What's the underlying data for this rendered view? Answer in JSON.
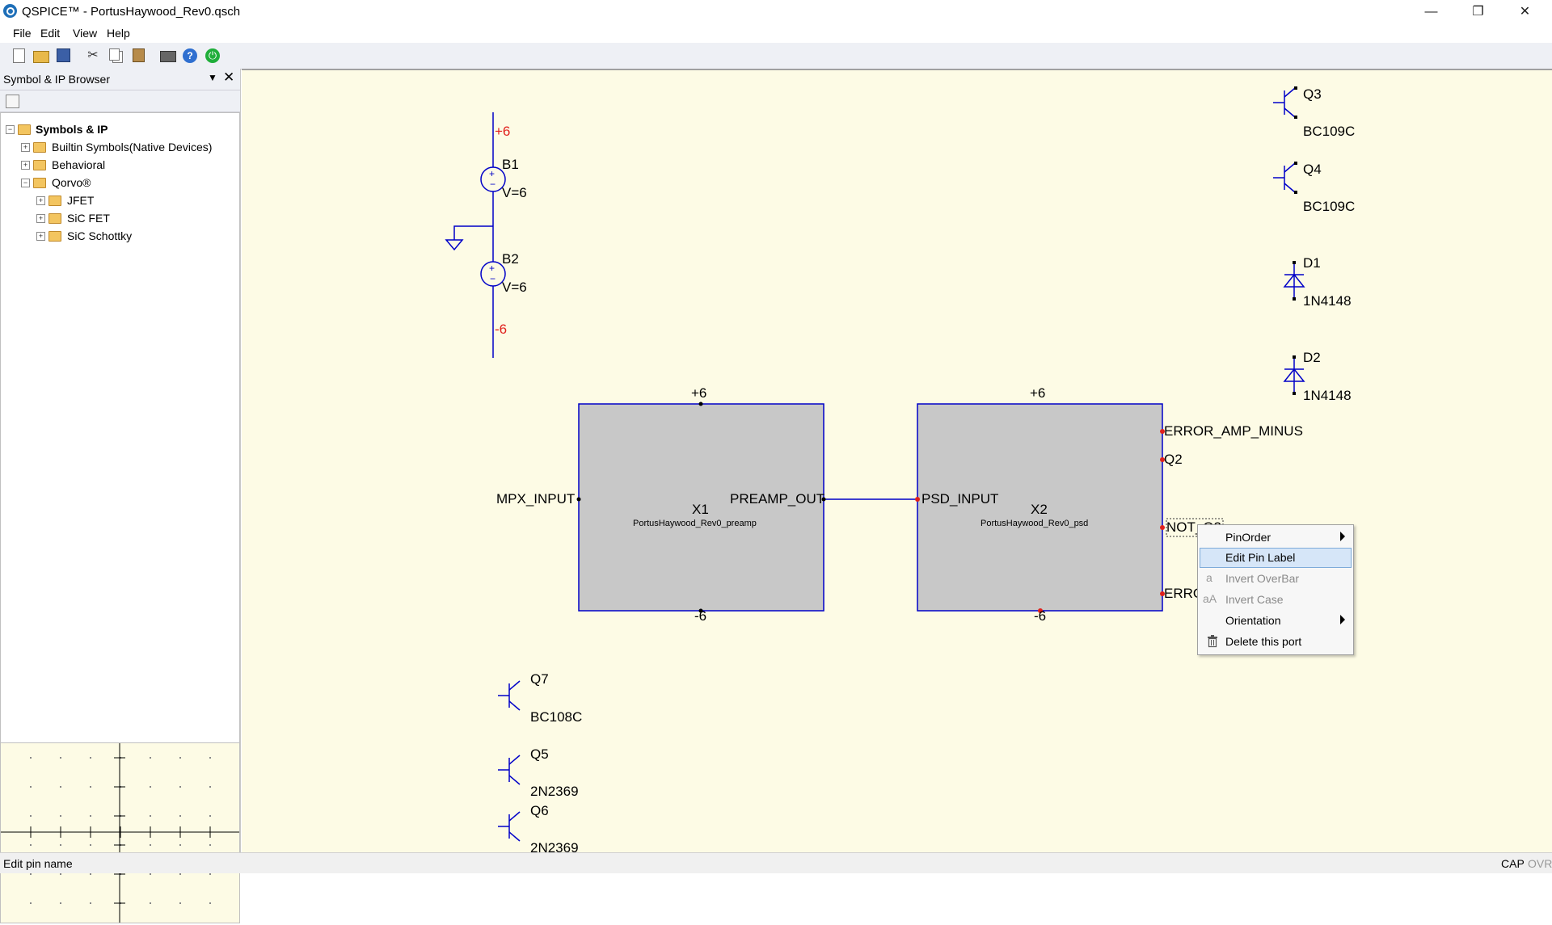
{
  "window": {
    "title": "QSPICE™ - PortusHaywood_Rev0.qsch",
    "minimize_glyph": "—",
    "restore_glyph": "❐",
    "close_glyph": "✕"
  },
  "menu": {
    "file": "File",
    "edit": "Edit",
    "view": "View",
    "help": "Help"
  },
  "toolbar": {
    "icons": [
      "new-icon",
      "open-icon",
      "save-icon",
      "cut-icon",
      "copy-icon",
      "paste-icon",
      "print-icon",
      "help-icon",
      "run-icon"
    ],
    "cut_glyph": "✂",
    "help_glyph": "?",
    "run_glyph": "⏻"
  },
  "panel": {
    "title": "Symbol & IP Browser",
    "dropdown_glyph": "▼",
    "close_glyph": "✕",
    "tree": [
      {
        "label": "Symbols & IP",
        "expander": "−"
      },
      {
        "label": "Builtin Symbols(Native Devices)",
        "expander": "+"
      },
      {
        "label": "Behavioral",
        "expander": "+"
      },
      {
        "label": "Qorvo®",
        "expander": "−"
      },
      {
        "label": "JFET",
        "expander": "+"
      },
      {
        "label": "SiC FET",
        "expander": "+"
      },
      {
        "label": "SiC Schottky",
        "expander": "+"
      }
    ]
  },
  "schematic": {
    "wire_color": "#0000c8",
    "net_label_color": "#e0201c",
    "block_fill": "#c8c8c8",
    "net_plus6": "+6",
    "net_minus6": "-6",
    "b1_name": "B1",
    "b1_value": "V=6",
    "b2_name": "B2",
    "b2_value": "V=6",
    "x1": {
      "name": "X1",
      "model": "PortusHaywood_Rev0_preamp",
      "pin_top": "+6",
      "pin_bottom": "-6",
      "pin_left": "MPX_INPUT",
      "pin_right": "PREAMP_OUT"
    },
    "x2": {
      "name": "X2",
      "model": "PortusHaywood_Rev0_psd",
      "pin_top": "+6",
      "pin_bottom": "-6",
      "pin_left": "PSD_INPUT",
      "pin_r1": "ERROR_AMP_MINUS",
      "pin_r2": "Q2",
      "pin_r3": "NOT_Q2",
      "pin_r4": "ERRO"
    },
    "q3": {
      "name": "Q3",
      "model": "BC109C"
    },
    "q4": {
      "name": "Q4",
      "model": "BC109C"
    },
    "d1": {
      "name": "D1",
      "model": "1N4148"
    },
    "d2": {
      "name": "D2",
      "model": "1N4148"
    },
    "q7": {
      "name": "Q7",
      "model": "BC108C"
    },
    "q5": {
      "name": "Q5",
      "model": "2N2369"
    },
    "q6": {
      "name": "Q6",
      "model": "2N2369"
    }
  },
  "context_menu": {
    "items": [
      {
        "label": "PinOrder",
        "submenu": true,
        "enabled": true
      },
      {
        "label": "Edit Pin Label",
        "submenu": false,
        "enabled": true,
        "selected": true
      },
      {
        "label": "Invert OverBar",
        "submenu": false,
        "enabled": false,
        "icon": "a"
      },
      {
        "label": "Invert Case",
        "submenu": false,
        "enabled": false,
        "icon": "aA"
      },
      {
        "label": "Orientation",
        "submenu": true,
        "enabled": true
      },
      {
        "label": "Delete this port",
        "submenu": false,
        "enabled": true,
        "icon": "trash-icon"
      }
    ]
  },
  "status": {
    "message": "Edit pin name",
    "cap": "CAP",
    "ovr": "OVR"
  }
}
